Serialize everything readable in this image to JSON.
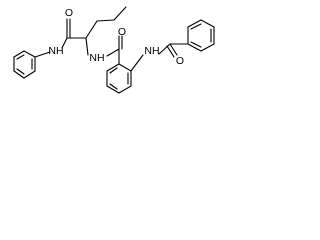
{
  "molecule": {
    "labels": {
      "carbonyl_o_left": "O",
      "amide_nh_left": "NH",
      "amide_nh_center": "NH",
      "carbonyl_o_center": "O",
      "amide_nh_right": "NH",
      "carbonyl_o_right": "O"
    },
    "colors": {
      "bond": "#000000",
      "text": "#000000",
      "background": "#ffffff"
    }
  }
}
